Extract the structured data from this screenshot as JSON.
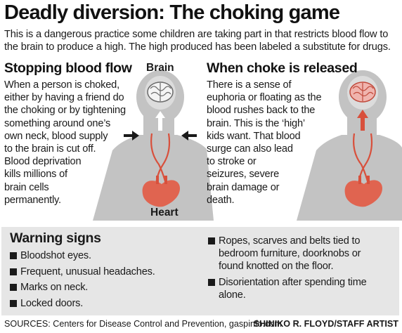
{
  "title": "Deadly diversion: The choking game",
  "intro": "This is a dangerous practice some children are taking part in that restricts blood flow to the brain to produce a high. The high produced has been labeled a substitute for drugs.",
  "left": {
    "heading": "Stopping blood flow",
    "lines": [
      "When a person is choked,",
      "either by having a friend do",
      "the choking or by tightening",
      "something around one’s",
      "own neck, blood supply",
      "to the brain is cut off.",
      "Blood deprivation",
      "kills millions of",
      "brain cells",
      "permanently."
    ],
    "brain_label": "Brain",
    "heart_label": "Heart"
  },
  "right": {
    "heading": "When choke is released",
    "lines": [
      "There is a sense of",
      "euphoria or floating as the",
      "blood rushes back to the",
      "brain. This is the ‘high’",
      "kids want. That blood",
      "surge can also lead",
      "to stroke or",
      "seizures, severe",
      "brain damage or",
      "death."
    ]
  },
  "warnings": {
    "title": "Warning signs",
    "left_items": [
      [
        "Bloodshot eyes."
      ],
      [
        "Frequent, unusual headaches."
      ],
      [
        "Marks on neck."
      ],
      [
        "Locked doors."
      ]
    ],
    "right_items": [
      [
        "Ropes, scarves and belts tied to",
        "bedroom furniture, doorknobs or",
        "found knotted on the floor."
      ],
      [
        "Disorientation after spending time",
        "alone."
      ]
    ]
  },
  "footer": {
    "sources": "SOURCES: Centers for Disease Control and Prevention, gaspinfo.com",
    "credit": "SHINIKO R. FLOYD/STAFF ARTIST"
  },
  "colors": {
    "figure_gray": "#c3c3c3",
    "head_light": "#dcdcdc",
    "vessel_red": "#d8503c",
    "heart_red": "#e06450",
    "brain_pink": "#f0b4ae",
    "panel_gray": "#e6e6e6"
  }
}
